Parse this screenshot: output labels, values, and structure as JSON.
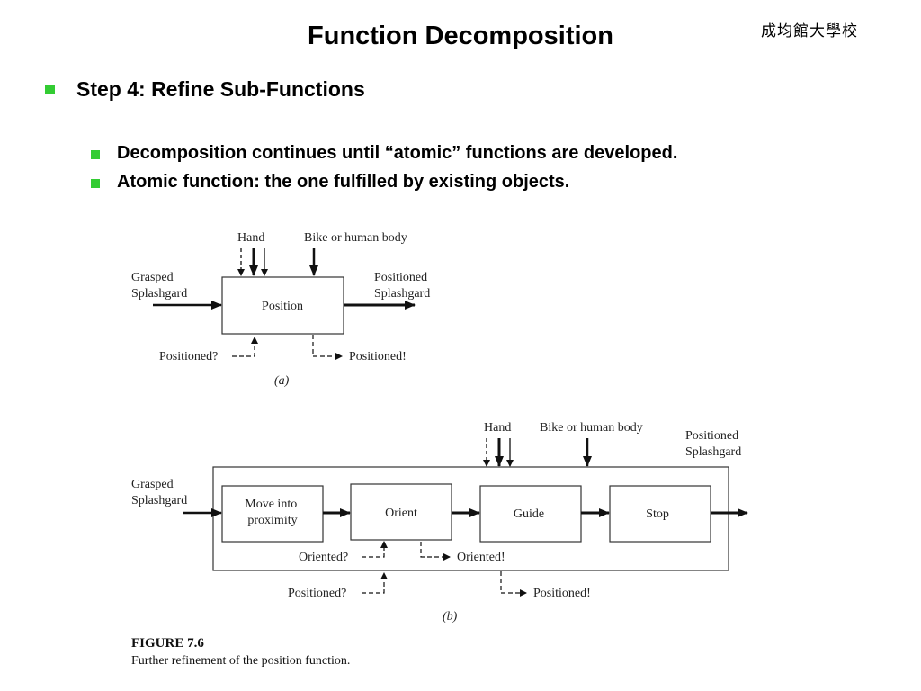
{
  "slide": {
    "title": "Function Decomposition",
    "logo_text": "成均館大學校",
    "step_heading": "Step 4: Refine Sub-Functions",
    "bullets": [
      "Decomposition continues until “atomic” functions are developed.",
      "Atomic function: the one fulfilled by existing objects."
    ],
    "bullet_color": "#33cc33"
  },
  "figure": {
    "a": {
      "hand": "Hand",
      "bike": "Bike or human body",
      "input": [
        "Grasped",
        "Splashgard"
      ],
      "output": [
        "Positioned",
        "Splashgard"
      ],
      "function": "Position",
      "signal_in": "Positioned?",
      "signal_out": "Positioned!",
      "label": "(a)"
    },
    "b": {
      "hand": "Hand",
      "bike": "Bike or human body",
      "input": [
        "Grasped",
        "Splashgard"
      ],
      "output": [
        "Positioned",
        "Splashgard"
      ],
      "functions": [
        [
          "Move into",
          "proximity"
        ],
        [
          "Orient"
        ],
        [
          "Guide"
        ],
        [
          "Stop"
        ]
      ],
      "inner_signal_in": "Oriented?",
      "inner_signal_out": "Oriented!",
      "signal_in": "Positioned?",
      "signal_out": "Positioned!",
      "label": "(b)"
    },
    "caption_title": "FIGURE 7.6",
    "caption_text": "Further refinement of the position function."
  }
}
